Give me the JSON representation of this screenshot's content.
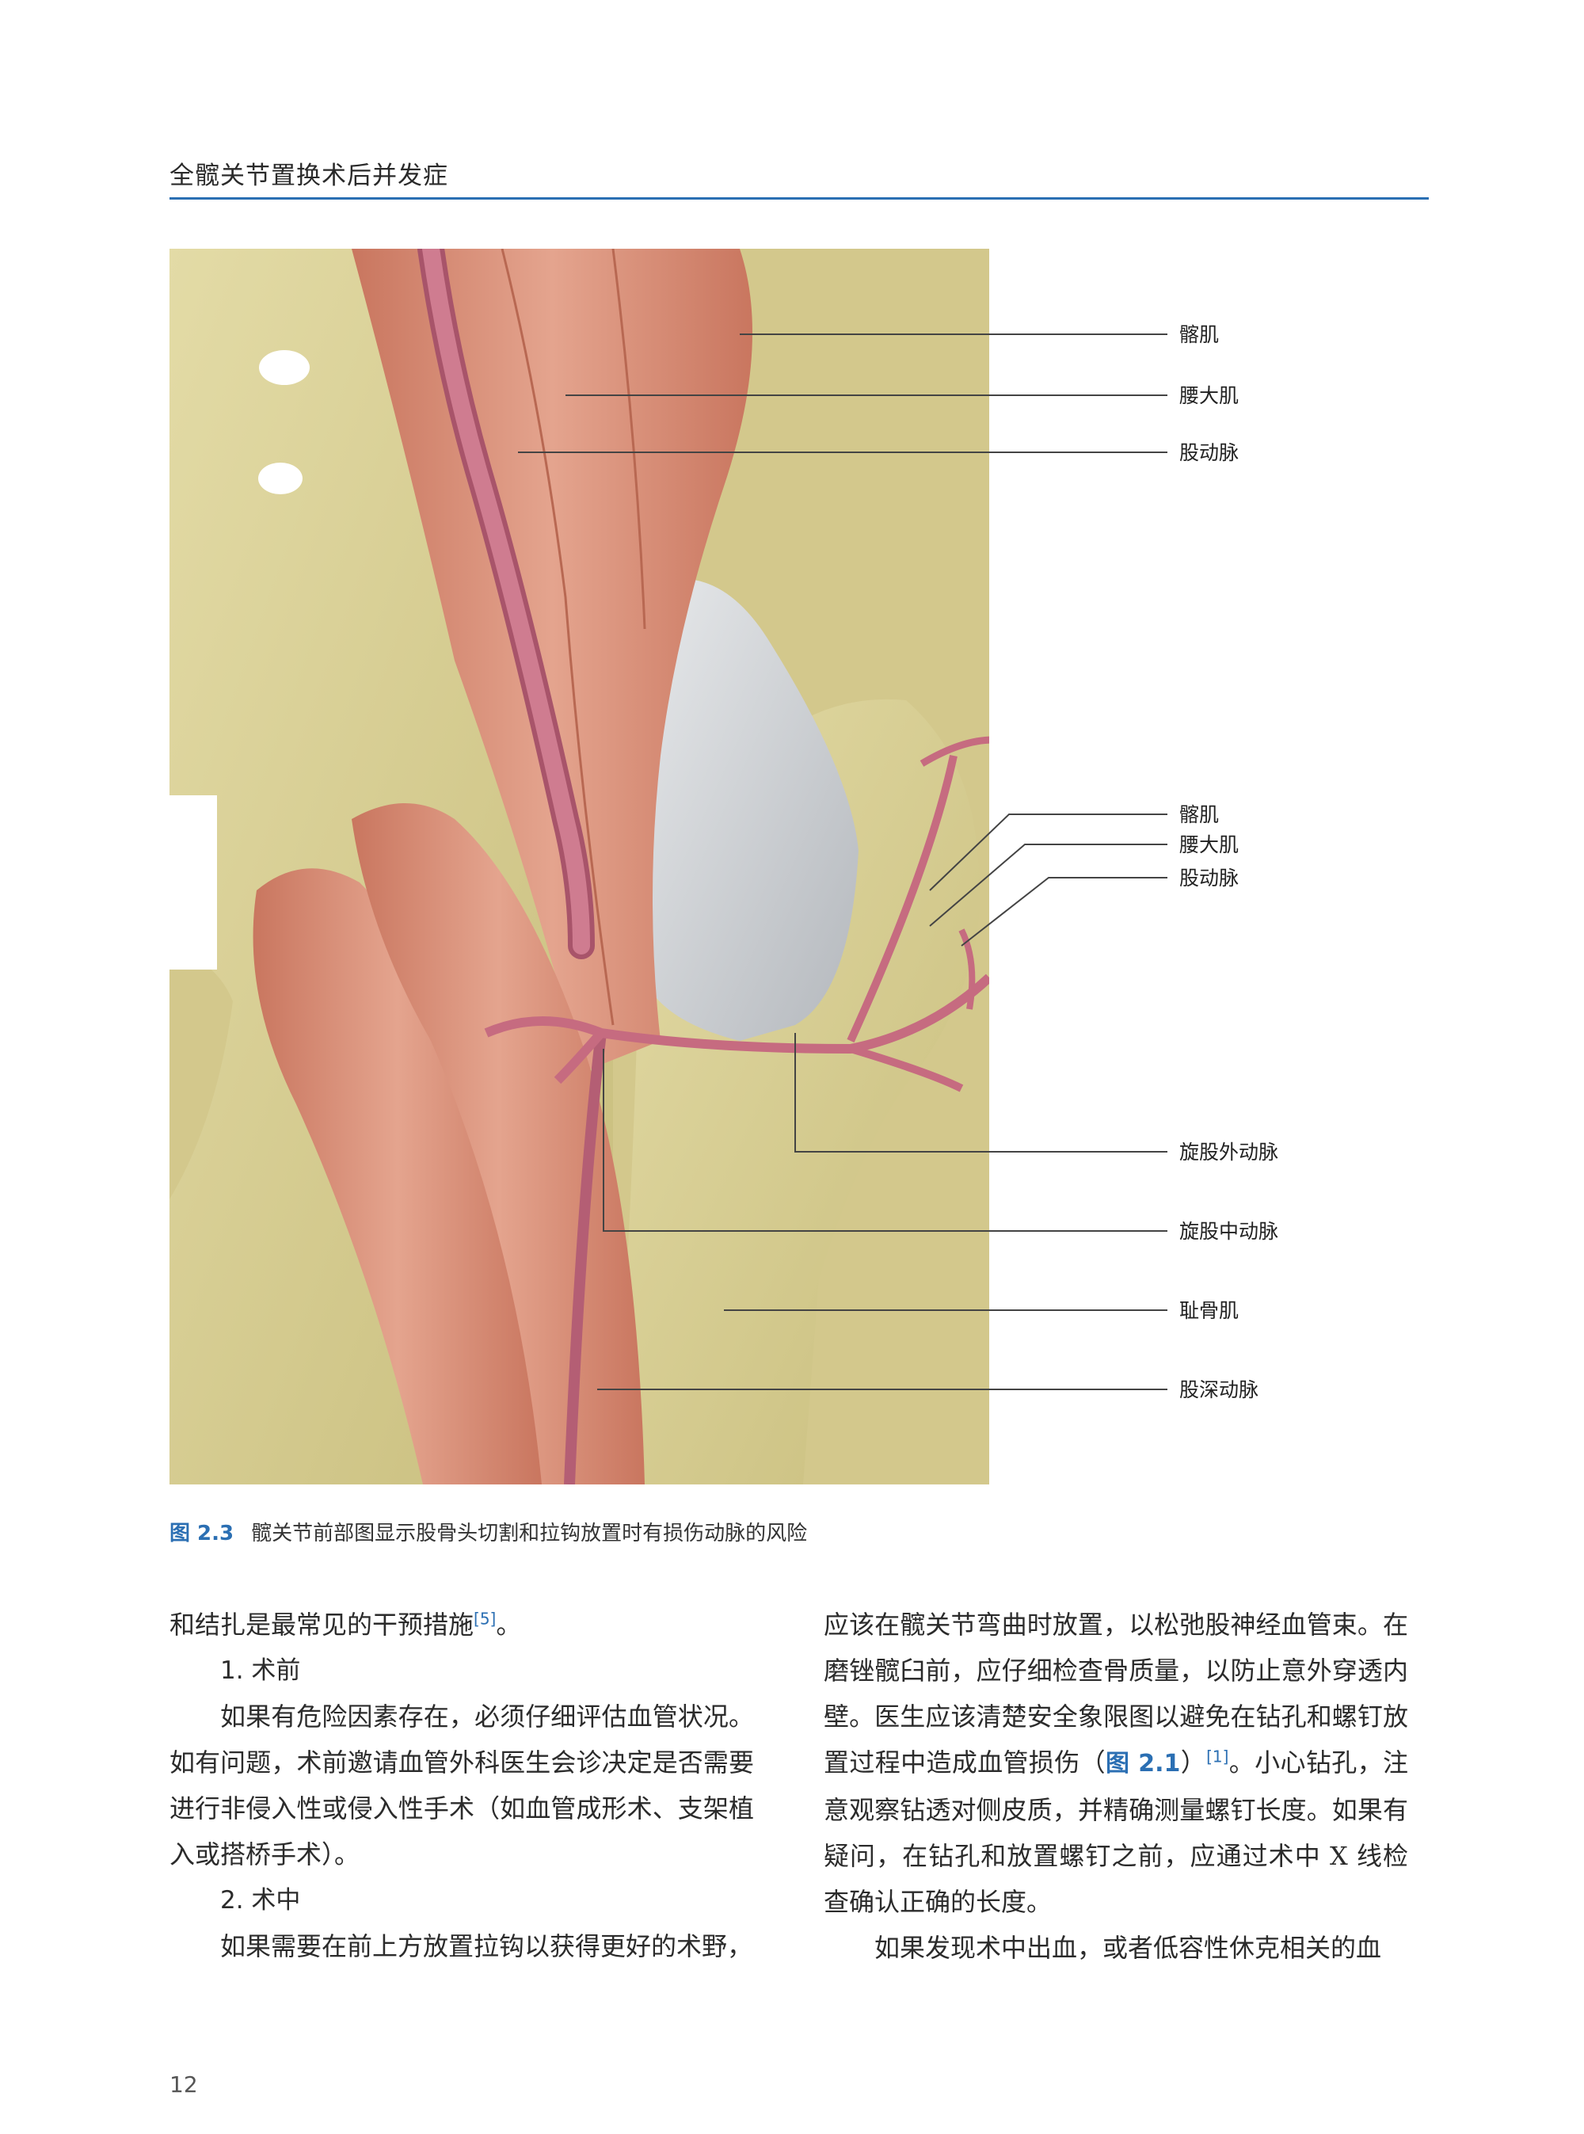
{
  "header": {
    "title": "全髋关节置换术后并发症"
  },
  "figure": {
    "labels": {
      "l1": "髂肌",
      "l2": "腰大肌",
      "l3": "股动脉",
      "l4": "髂肌",
      "l5": "腰大肌",
      "l6": "股动脉",
      "l7": "旋股外动脉",
      "l8": "旋股中动脉",
      "l9": "耻骨肌",
      "l10": "股深动脉"
    },
    "colors": {
      "bone": "#d8cf96",
      "muscle": "#d9907a",
      "artery": "#c66b80",
      "capsule": "#cfd2d6",
      "leader": "#444444"
    }
  },
  "caption": {
    "number": "图 2.3",
    "text": "髋关节前部图显示股骨头切割和拉钩放置时有损伤动脉的风险"
  },
  "left_column": {
    "p1_text": "和结扎是最常见的干预措施",
    "p1_ref": "[5]",
    "p1_end": "。",
    "h1": "1. 术前",
    "p2": "如果有危险因素存在，必须仔细评估血管状况。如有问题，术前邀请血管外科医生会诊决定是否需要进行非侵入性或侵入性手术（如血管成形术、支架植入或搭桥手术）。",
    "h2": "2. 术中",
    "p3": "如果需要在前上方放置拉钩以获得更好的术野，"
  },
  "right_column": {
    "p1_a": "应该在髋关节弯曲时放置，以松弛股神经血管束。在磨锉髋臼前，应仔细检查骨质量，以防止意外穿透内壁。医生应该清楚安全象限图以避免在钻孔和螺钉放置过程中造成血管损伤（",
    "p1_figref": "图 2.1",
    "p1_b": "）",
    "p1_ref": "[1]",
    "p1_c": "。小心钻孔，注意观察钻透对侧皮质，并精确测量螺钉长度。如果有疑问，在钻孔和放置螺钉之前，应通过术中 X 线检查确认正确的长度。",
    "p2": "如果发现术中出血，或者低容性休克相关的血"
  },
  "footer": {
    "page_number": "12"
  }
}
